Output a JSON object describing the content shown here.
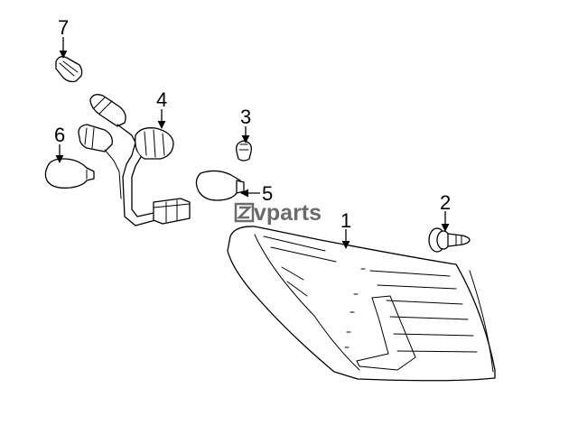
{
  "callouts": {
    "c1": "1",
    "c2": "2",
    "c3": "3",
    "c4": "4",
    "c5": "5",
    "c6": "6",
    "c7": "7"
  },
  "watermark": {
    "text": "vparts",
    "color": "#6b6b6b"
  },
  "icons": {
    "arrowhead": "arrow-down",
    "logo_mark": "z-square-logo"
  }
}
